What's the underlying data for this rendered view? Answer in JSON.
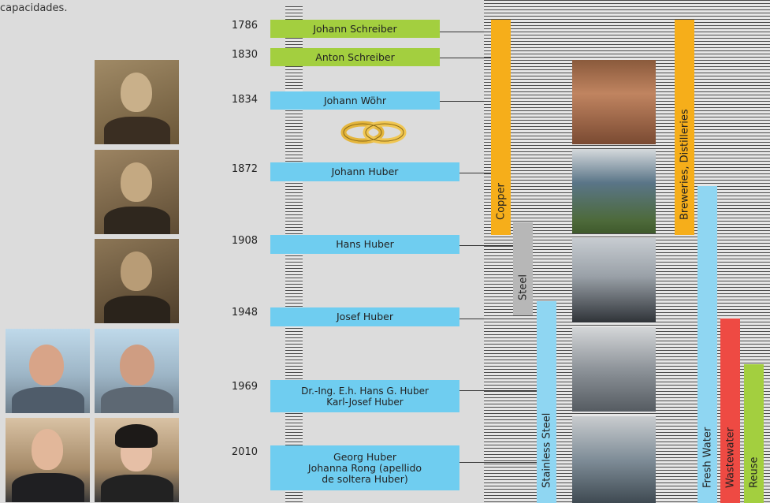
{
  "intro_text": "capacidades.",
  "timeline": [
    {
      "year": "1786",
      "name": [
        "Johann Schreiber"
      ],
      "color": "green"
    },
    {
      "year": "1830",
      "name": [
        "Anton Schreiber"
      ],
      "color": "green"
    },
    {
      "year": "1834",
      "name": [
        "Johann Wöhr"
      ],
      "color": "blue"
    },
    {
      "year": "1872",
      "name": [
        "Johann Huber"
      ],
      "color": "blue"
    },
    {
      "year": "1908",
      "name": [
        "Hans Huber"
      ],
      "color": "blue"
    },
    {
      "year": "1948",
      "name": [
        "Josef Huber"
      ],
      "color": "blue"
    },
    {
      "year": "1969",
      "name": [
        "Dr.-Ing. E.h. Hans G. Huber",
        "Karl-Josef Huber"
      ],
      "color": "blue"
    },
    {
      "year": "2010",
      "name": [
        "Georg Huber",
        "Johanna Rong (apellido",
        "de soltera Huber)"
      ],
      "color": "blue"
    }
  ],
  "materials": {
    "copper": "Copper",
    "steel": "Steel",
    "stainless_steel": "Stainless Steel"
  },
  "applications": {
    "breweries": "Breweries, Distilleries",
    "fresh_water": "Fresh Water",
    "wastewater": "Wastewater",
    "reuse": "Reuse"
  },
  "colors": {
    "green": "#a3cf3f",
    "blue": "#6fcdf0",
    "copper": "#f6ae1a",
    "steel": "#b7b7b7",
    "red": "#ee4a43"
  }
}
